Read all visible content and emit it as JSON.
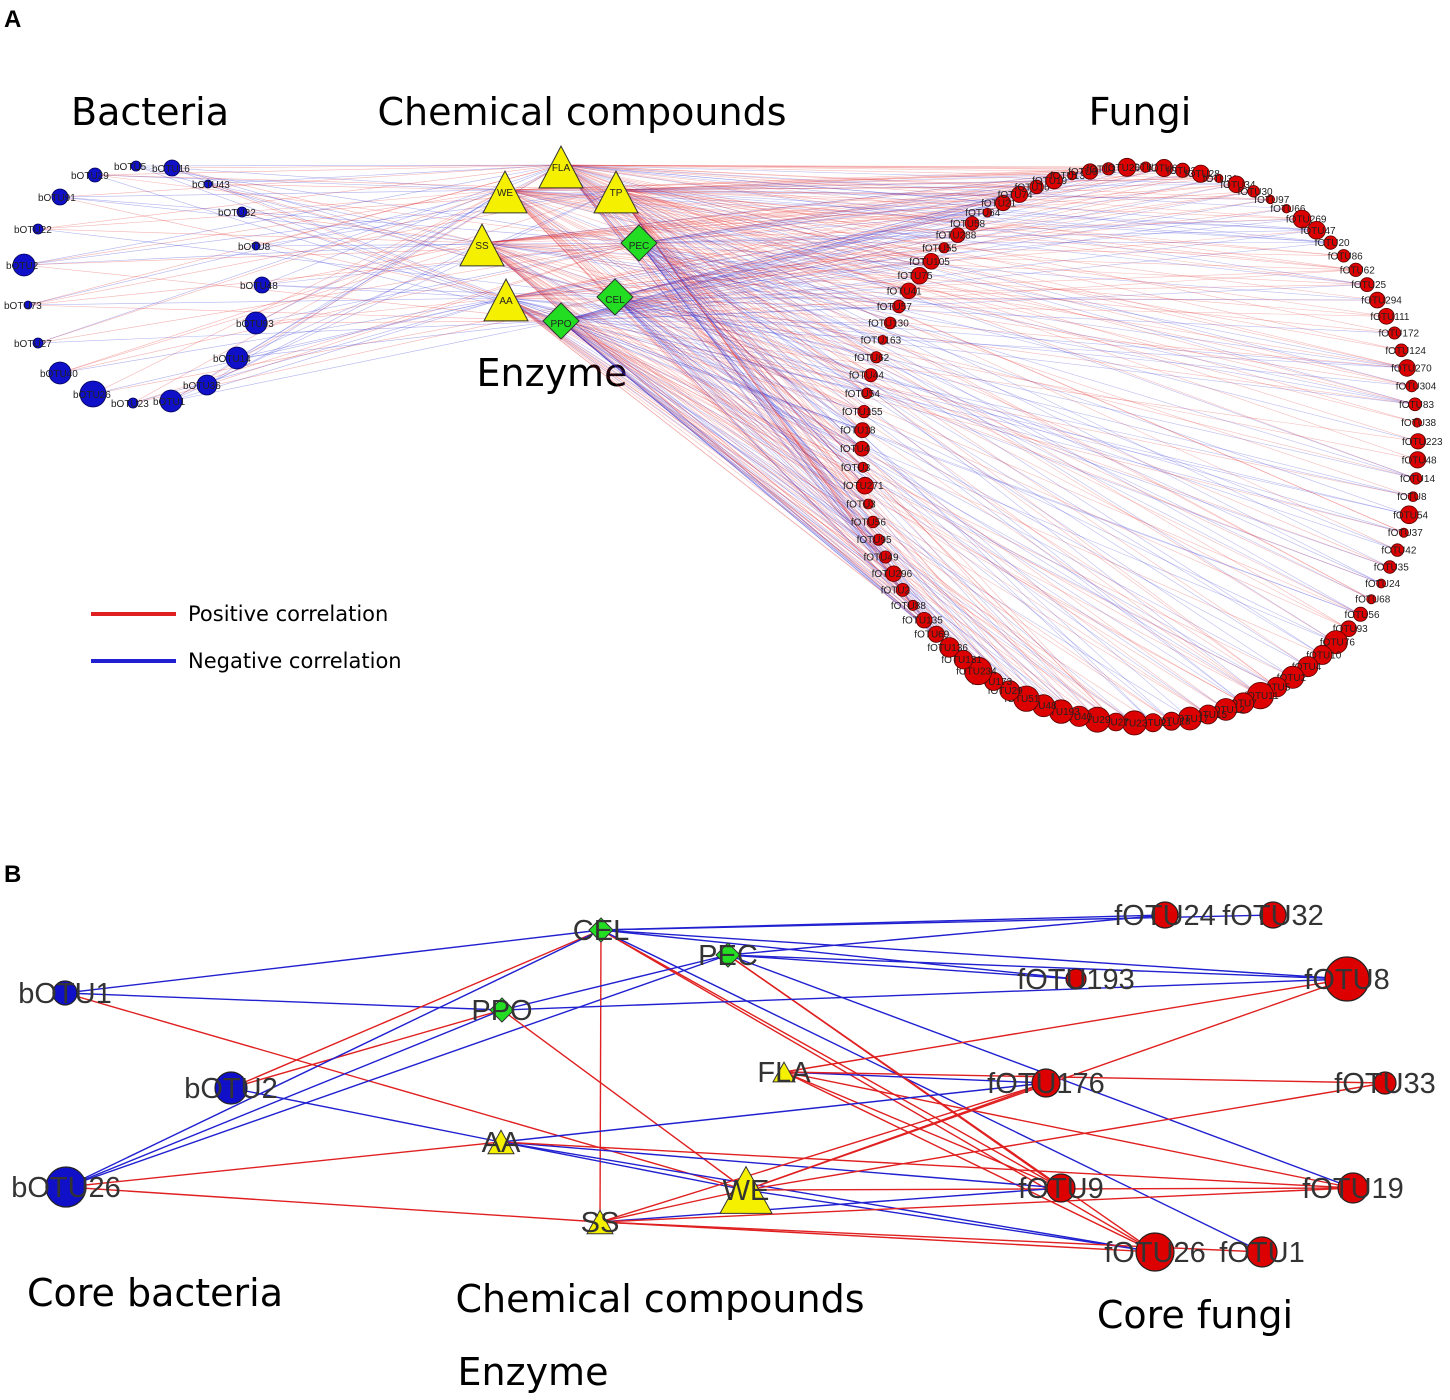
{
  "panelA": {
    "letter": "A",
    "headers": {
      "bacteria": "Bacteria",
      "compounds": "Chemical compounds",
      "fungi": "Fungi",
      "enzyme": "Enzyme"
    },
    "legend": {
      "positive": "Positive correlation",
      "negative": "Negative correlation"
    },
    "colors": {
      "bacteria": "#1010c8",
      "fungi": "#dd0000",
      "compound": "#f5f000",
      "enzyme": "#22dd22",
      "positive": "#e02020",
      "negative": "#2020d0"
    },
    "bacteria": [
      "bOTU16",
      "bOTU43",
      "bOTU32",
      "bOTU8",
      "bOTU48",
      "bOTU93",
      "bOTU14",
      "bOTU36",
      "bOTU1",
      "bOTU23",
      "bOTU26",
      "bOTU40",
      "bOTU27",
      "bOTU73",
      "bOTU2",
      "bOTU22",
      "bOTU91",
      "bOTU29",
      "bOTU5"
    ],
    "compounds": [
      "FLA",
      "WE",
      "TP",
      "SS",
      "AA"
    ],
    "enzymes": [
      "PEC",
      "CEL",
      "PPO"
    ],
    "fungi": [
      "fOTU16",
      "fOTU6",
      "fOTU22",
      "fOTU28",
      "fOTU31",
      "fOTU34",
      "fOTU30",
      "fOTU97",
      "fOTU66",
      "fOTU269",
      "fOTU47",
      "fOTU20",
      "fOTU86",
      "fOTU62",
      "fOTU25",
      "fOTU294",
      "fOTU111",
      "fOTU172",
      "fOTU124",
      "fOTU270",
      "fOTU304",
      "fOTU83",
      "fOTU38",
      "fOTU223",
      "fOTU48",
      "fOTU14",
      "fOTU8",
      "fOTU54",
      "fOTU37",
      "fOTU42",
      "fOTU35",
      "fOTU24",
      "fOTU68",
      "fOTU56",
      "fOTU93",
      "fOTU76",
      "fOTU10",
      "fOTU4",
      "fOTU2",
      "fOTU5",
      "fOTU11",
      "fOTU7",
      "fOTU12",
      "fOTU15",
      "fOTU17",
      "fOTU18",
      "fOTU21",
      "fOTU23",
      "fOTU27",
      "fOTU29",
      "fOTU40",
      "fOTU193",
      "fOTU48",
      "fOTU51",
      "fOTU29",
      "fOTU173",
      "fOTU234",
      "fOTU131",
      "fOTU136",
      "fOTU69",
      "fOTU135",
      "fOTU88",
      "fOTU2",
      "fOTU296",
      "fOTU49",
      "fOTU95",
      "fOTU56",
      "fOTU3",
      "fOTU271",
      "fOTU3",
      "fOTU4",
      "fOTU18",
      "fOTU155",
      "fOTU54",
      "fOTU44",
      "fOTU62",
      "fOTU163",
      "fOTU130",
      "fOTU57",
      "fOTU41",
      "fOTU75",
      "fOTU105",
      "fOTU55",
      "fOTU288",
      "fOTU58",
      "fOTU64",
      "fOTU21",
      "fOTU74",
      "fOTU16",
      "fOTU19",
      "fOTU13",
      "fOTU9",
      "fOTU1",
      "fOTU26"
    ]
  },
  "panelB": {
    "letter": "B",
    "headers": {
      "coreBacteria": "Core bacteria",
      "compounds": "Chemical compounds",
      "enzyme": "Enzyme",
      "coreFungi": "Core fungi"
    },
    "nodes": {
      "bOTU1": {
        "label": "bOTU1",
        "group": "bacteria"
      },
      "bOTU2": {
        "label": "bOTU2",
        "group": "bacteria"
      },
      "bOTU26": {
        "label": "bOTU26",
        "group": "bacteria"
      },
      "CEL": {
        "label": "CEL",
        "group": "enzyme"
      },
      "PEC": {
        "label": "PEC",
        "group": "enzyme"
      },
      "PPO": {
        "label": "PPO",
        "group": "enzyme"
      },
      "FLA": {
        "label": "FLA",
        "group": "compound"
      },
      "AA": {
        "label": "AA",
        "group": "compound"
      },
      "WE": {
        "label": "WE",
        "group": "compound"
      },
      "SS": {
        "label": "SS",
        "group": "compound"
      },
      "fOTU24": {
        "label": "fOTU24",
        "group": "fungi"
      },
      "fOTU32": {
        "label": "fOTU32",
        "group": "fungi"
      },
      "fOTU193": {
        "label": "fOTU193",
        "group": "fungi"
      },
      "fOTU8": {
        "label": "fOTU8",
        "group": "fungi"
      },
      "fOTU176": {
        "label": "fOTU176",
        "group": "fungi"
      },
      "fOTU33": {
        "label": "fOTU33",
        "group": "fungi"
      },
      "fOTU9": {
        "label": "fOTU9",
        "group": "fungi"
      },
      "fOTU19": {
        "label": "fOTU19",
        "group": "fungi"
      },
      "fOTU26": {
        "label": "fOTU26",
        "group": "fungi"
      },
      "fOTU1": {
        "label": "fOTU1",
        "group": "fungi"
      }
    },
    "edges": [
      [
        "bOTU1",
        "CEL",
        "neg"
      ],
      [
        "bOTU1",
        "PPO",
        "neg"
      ],
      [
        "bOTU1",
        "WE",
        "pos"
      ],
      [
        "bOTU2",
        "CEL",
        "pos"
      ],
      [
        "bOTU2",
        "PPO",
        "pos"
      ],
      [
        "bOTU2",
        "AA",
        "neg"
      ],
      [
        "bOTU26",
        "CEL",
        "neg"
      ],
      [
        "bOTU26",
        "PEC",
        "neg"
      ],
      [
        "bOTU26",
        "PPO",
        "neg"
      ],
      [
        "bOTU26",
        "AA",
        "pos"
      ],
      [
        "bOTU26",
        "SS",
        "pos"
      ],
      [
        "CEL",
        "fOTU24",
        "neg"
      ],
      [
        "CEL",
        "fOTU32",
        "neg"
      ],
      [
        "CEL",
        "fOTU193",
        "neg"
      ],
      [
        "CEL",
        "fOTU8",
        "neg"
      ],
      [
        "CEL",
        "fOTU9",
        "pos"
      ],
      [
        "CEL",
        "fOTU26",
        "pos"
      ],
      [
        "CEL",
        "fOTU1",
        "neg"
      ],
      [
        "CEL",
        "SS",
        "pos"
      ],
      [
        "PEC",
        "fOTU24",
        "neg"
      ],
      [
        "PEC",
        "fOTU193",
        "neg"
      ],
      [
        "PEC",
        "fOTU8",
        "neg"
      ],
      [
        "PEC",
        "fOTU9",
        "pos"
      ],
      [
        "PEC",
        "fOTU26",
        "pos"
      ],
      [
        "PEC",
        "fOTU19",
        "neg"
      ],
      [
        "PEC",
        "PPO",
        "neg"
      ],
      [
        "PPO",
        "fOTU8",
        "neg"
      ],
      [
        "PPO",
        "WE",
        "pos"
      ],
      [
        "FLA",
        "fOTU176",
        "neg"
      ],
      [
        "FLA",
        "fOTU33",
        "pos"
      ],
      [
        "FLA",
        "fOTU9",
        "pos"
      ],
      [
        "FLA",
        "fOTU19",
        "pos"
      ],
      [
        "FLA",
        "fOTU26",
        "pos"
      ],
      [
        "FLA",
        "fOTU8",
        "pos"
      ],
      [
        "AA",
        "fOTU176",
        "neg"
      ],
      [
        "AA",
        "fOTU9",
        "neg"
      ],
      [
        "AA",
        "fOTU19",
        "pos"
      ],
      [
        "AA",
        "fOTU26",
        "neg"
      ],
      [
        "AA",
        "WE",
        "neg"
      ],
      [
        "WE",
        "fOTU176",
        "pos"
      ],
      [
        "WE",
        "fOTU8",
        "pos"
      ],
      [
        "WE",
        "fOTU33",
        "pos"
      ],
      [
        "WE",
        "fOTU26",
        "neg"
      ],
      [
        "WE",
        "fOTU19",
        "pos"
      ],
      [
        "SS",
        "fOTU176",
        "pos"
      ],
      [
        "SS",
        "fOTU9",
        "neg"
      ],
      [
        "SS",
        "fOTU19",
        "pos"
      ],
      [
        "SS",
        "fOTU26",
        "pos"
      ],
      [
        "SS",
        "fOTU1",
        "pos"
      ],
      [
        "SS",
        "WE",
        "pos"
      ]
    ]
  }
}
